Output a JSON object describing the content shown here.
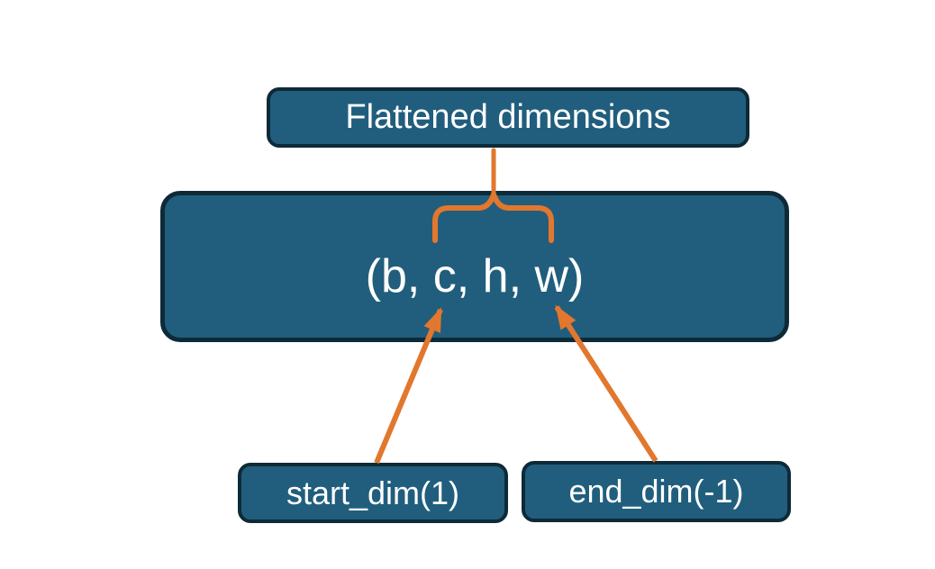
{
  "diagram": {
    "title_node": {
      "label": "Flattened dimensions"
    },
    "tuple_node": {
      "label": "(b, c, h, w)"
    },
    "start_node": {
      "label": "start_dim(1)"
    },
    "end_node": {
      "label": "end_dim(-1)"
    }
  },
  "colors": {
    "box_fill": "#215e7d",
    "box_border": "#0e2a38",
    "connector": "#e2772e",
    "label": "#ffffff",
    "background": "#ffffff"
  }
}
